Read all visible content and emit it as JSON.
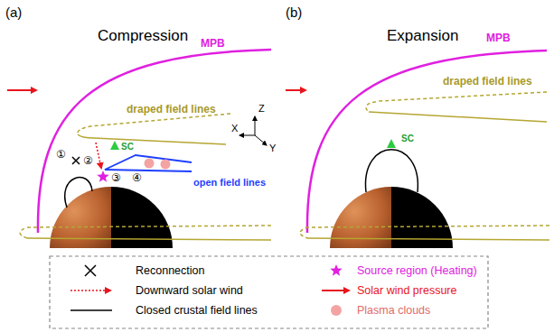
{
  "diagram": {
    "labels": [
      "(a)",
      "Compression",
      "MPB",
      "draped field lines",
      "①",
      "②",
      "③",
      "④",
      "SC",
      "open field lines",
      "Z",
      "X",
      "Y",
      "(b)",
      "Expansion",
      "MPB",
      "draped field lines",
      "SC"
    ],
    "legend": [
      {
        "text": "Reconnection"
      },
      {
        "text": "Source region (Heating)"
      },
      {
        "text": "Downward solar wind"
      },
      {
        "text": "Solar wind pressure"
      },
      {
        "text": "Closed crustal field lines"
      },
      {
        "text": "Plasma clouds",
        "color": "#f4a3a3"
      }
    ]
  }
}
